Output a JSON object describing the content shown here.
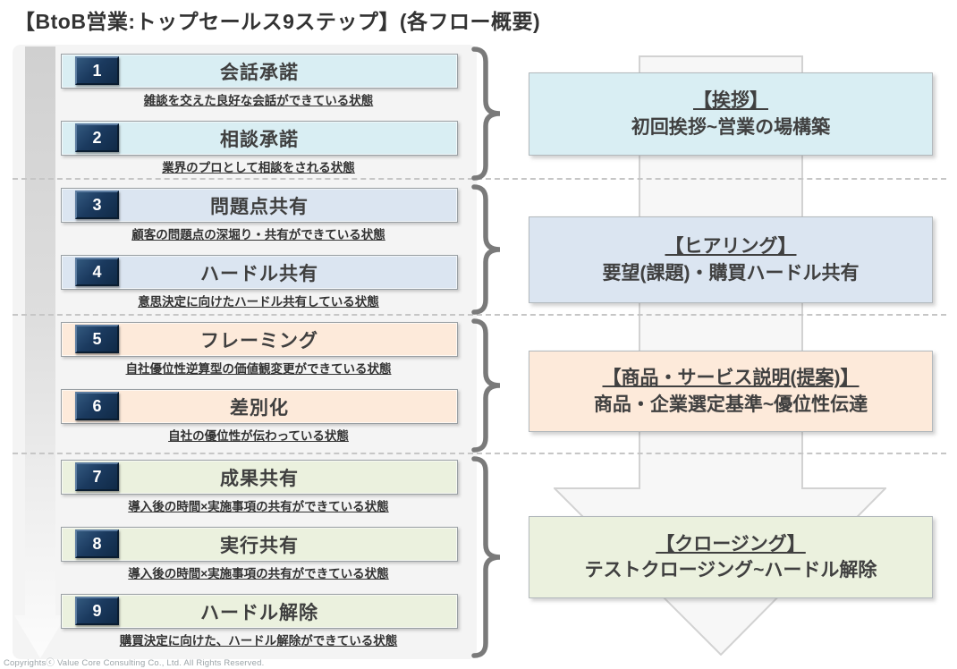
{
  "title": "【BtoB営業:トップセールス9ステップ】(各フロー概要)",
  "steps": [
    {
      "num": "1",
      "label": "会話承諾",
      "desc": "雑談を交えた良好な会話ができている状態"
    },
    {
      "num": "2",
      "label": "相談承諾",
      "desc": "業界のプロとして相談をされる状態"
    },
    {
      "num": "3",
      "label": "問題点共有",
      "desc": "顧客の問題点の深堀り・共有ができている状態"
    },
    {
      "num": "4",
      "label": "ハードル共有",
      "desc": "意思決定に向けたハードル共有している状態"
    },
    {
      "num": "5",
      "label": "フレーミング",
      "desc": "自社優位性逆算型の価値観変更ができている状態"
    },
    {
      "num": "6",
      "label": "差別化",
      "desc": "自社の優位性が伝わっている状態"
    },
    {
      "num": "7",
      "label": "成果共有",
      "desc": "導入後の時間×実施事項の共有ができている状態"
    },
    {
      "num": "8",
      "label": "実行共有",
      "desc": "導入後の時間×実施事項の共有ができている状態"
    },
    {
      "num": "9",
      "label": "ハードル解除",
      "desc": "購買決定に向けた、ハードル解除ができている状態"
    }
  ],
  "phases": [
    {
      "heading": "【挨拶】",
      "subtitle": "初回挨拶~営業の場構築",
      "color": "#d9eef3"
    },
    {
      "heading": "【ヒアリング】",
      "subtitle": "要望(課題)・購買ハードル共有",
      "color": "#dbe5f1"
    },
    {
      "heading": "【商品・サービス説明(提案)】",
      "subtitle": "商品・企業選定基準~優位性伝達",
      "color": "#fdeada"
    },
    {
      "heading": "【クロージング】",
      "subtitle": "テストクロージング~ハードル解除",
      "color": "#ebf1de"
    }
  ],
  "colors": {
    "group_fills": [
      "#d9eef3",
      "#dbe5f1",
      "#fdeada",
      "#ebf1de"
    ],
    "badge_navy": "#17375e",
    "panel_gray": "#f4f4f4",
    "arrow_gray": "#f7f7f7",
    "text_dark": "#3f3f3f"
  },
  "footer": "Copyrightsⓒ Value Core Consulting Co., Ltd.  All Rights Reserved."
}
